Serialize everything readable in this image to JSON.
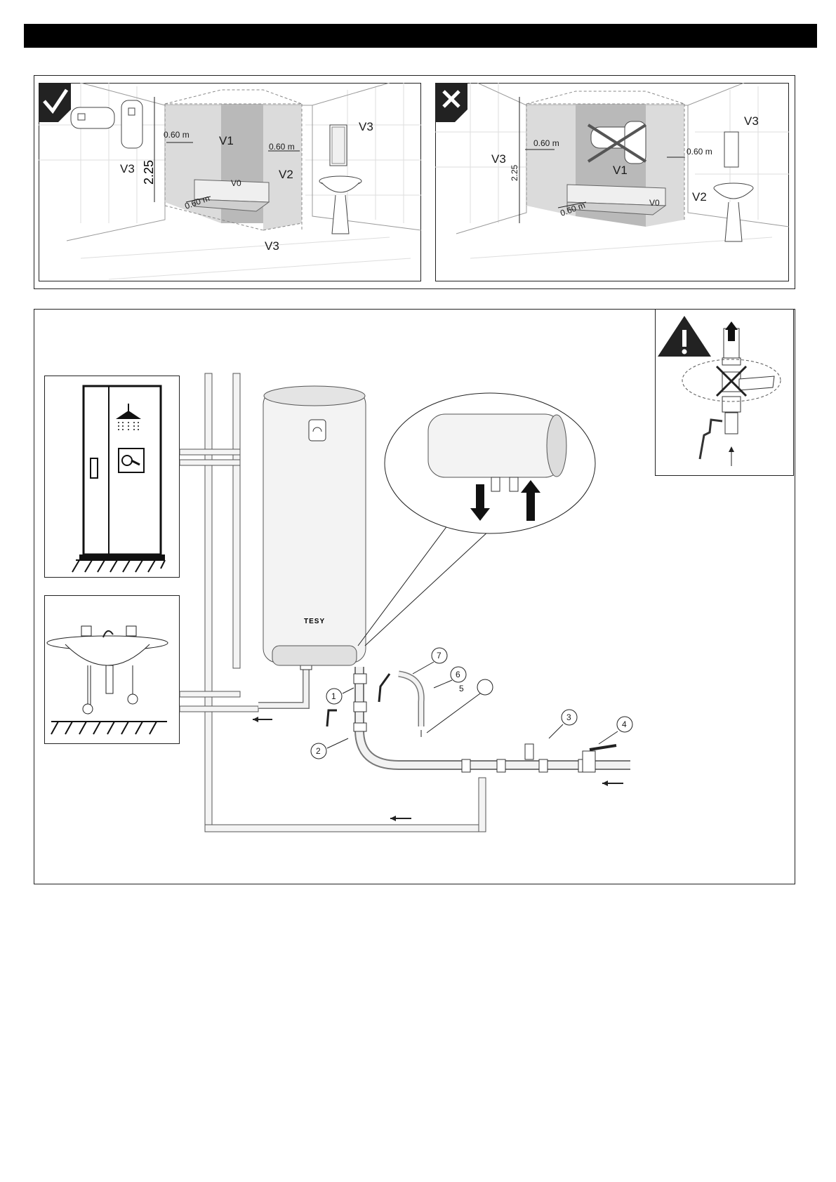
{
  "brand": "TESY",
  "zones_correct": {
    "dims": [
      "0.60 m",
      "0.60 m",
      "0.60 m"
    ],
    "height": "2.25",
    "zones": [
      "V1",
      "V0",
      "V2",
      "V3",
      "V3",
      "V3"
    ]
  },
  "zones_incorrect": {
    "dims": [
      "0.60 m",
      "0.60 m",
      "0.60 m"
    ],
    "height": "2.25",
    "zones": [
      "V1",
      "V0",
      "V2",
      "V3",
      "V3"
    ]
  },
  "callouts": [
    "1",
    "2",
    "3",
    "4",
    "5",
    "6",
    "7"
  ],
  "icons": [
    "check-icon",
    "cross-icon",
    "warning-icon",
    "shower-icon",
    "thermometer-dial-icon"
  ],
  "colors": {
    "bar": "#000000",
    "zone_shade": "#c8c8c8",
    "pipe": "#e6e6e6"
  }
}
